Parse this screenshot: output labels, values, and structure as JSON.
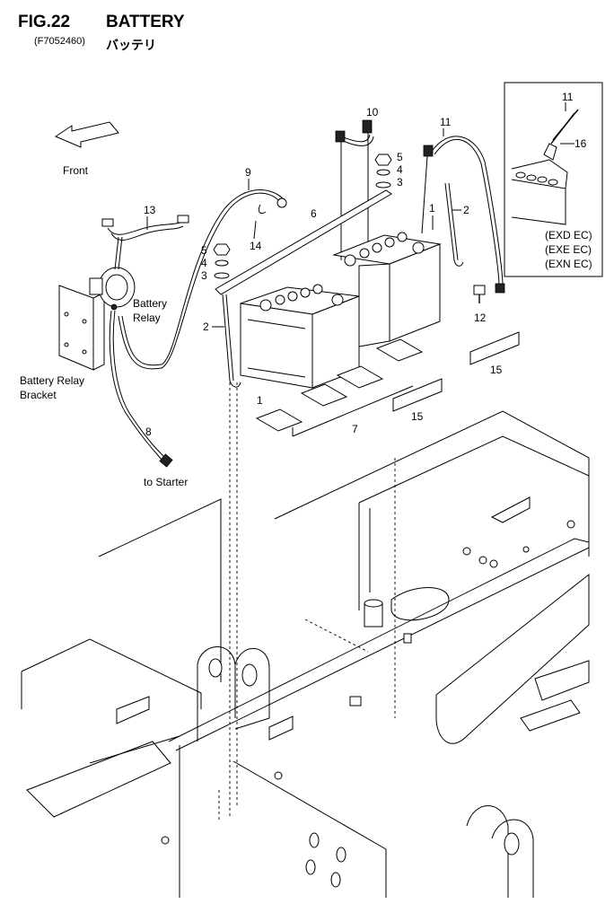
{
  "header": {
    "fig_number": "FIG.22",
    "title": "BATTERY",
    "code": "(F7052460)",
    "title_jp": "バッテリ"
  },
  "labels": {
    "front": "Front",
    "battery_relay_line1": "Battery",
    "battery_relay_line2": "Relay",
    "bracket_line1": "Battery Relay",
    "bracket_line2": "Bracket",
    "to_starter": "to Starter",
    "inset_model_1": "(EXD EC)",
    "inset_model_2": "(EXE EC)",
    "inset_model_3": "(EXN EC)"
  },
  "callouts": {
    "p1a": "1",
    "p1b": "1",
    "p2a": "2",
    "p2b": "2",
    "p3a": "3",
    "p3b": "3",
    "p4a": "4",
    "p4b": "4",
    "p5a": "5",
    "p5b": "5",
    "p6": "6",
    "p7": "7",
    "p8": "8",
    "p9": "9",
    "p10": "10",
    "p11a": "11",
    "p11b": "11",
    "p12": "12",
    "p13": "13",
    "p14": "14",
    "p15a": "15",
    "p15b": "15",
    "p16": "16"
  }
}
